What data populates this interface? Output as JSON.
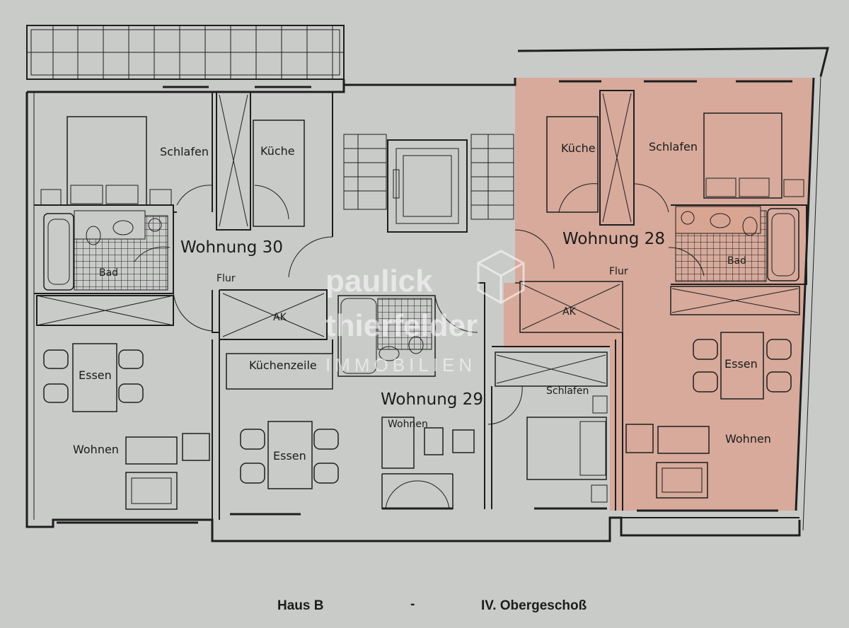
{
  "plan": {
    "caption_left": "Haus B",
    "caption_sep": "-",
    "caption_right": "IV. Obergeschoß",
    "highlight_color": "#d9a593",
    "wall_color": "#1e1e1e",
    "paper_color": "#c9cbc9"
  },
  "units": {
    "w30": {
      "name": "Wohnung 30",
      "rooms": {
        "schlafen": "Schlafen",
        "kueche": "Küche",
        "bad": "Bad",
        "flur": "Flur",
        "ak": "AK",
        "essen": "Essen",
        "wohnen": "Wohnen"
      }
    },
    "w29": {
      "name": "Wohnung 29",
      "rooms": {
        "kuechenzeile": "Küchenzeile",
        "essen": "Essen",
        "wohnen": "Wohnen",
        "schlafen": "Schlafen"
      }
    },
    "w28": {
      "name": "Wohnung 28",
      "rooms": {
        "kueche": "Küche",
        "schlafen": "Schlafen",
        "flur": "Flur",
        "bad": "Bad",
        "ak": "AK",
        "essen": "Essen",
        "wohnen": "Wohnen"
      }
    }
  },
  "watermark": {
    "line1": "paulick",
    "line2": "thierfelder",
    "line3": "IMMOBILIEN"
  }
}
